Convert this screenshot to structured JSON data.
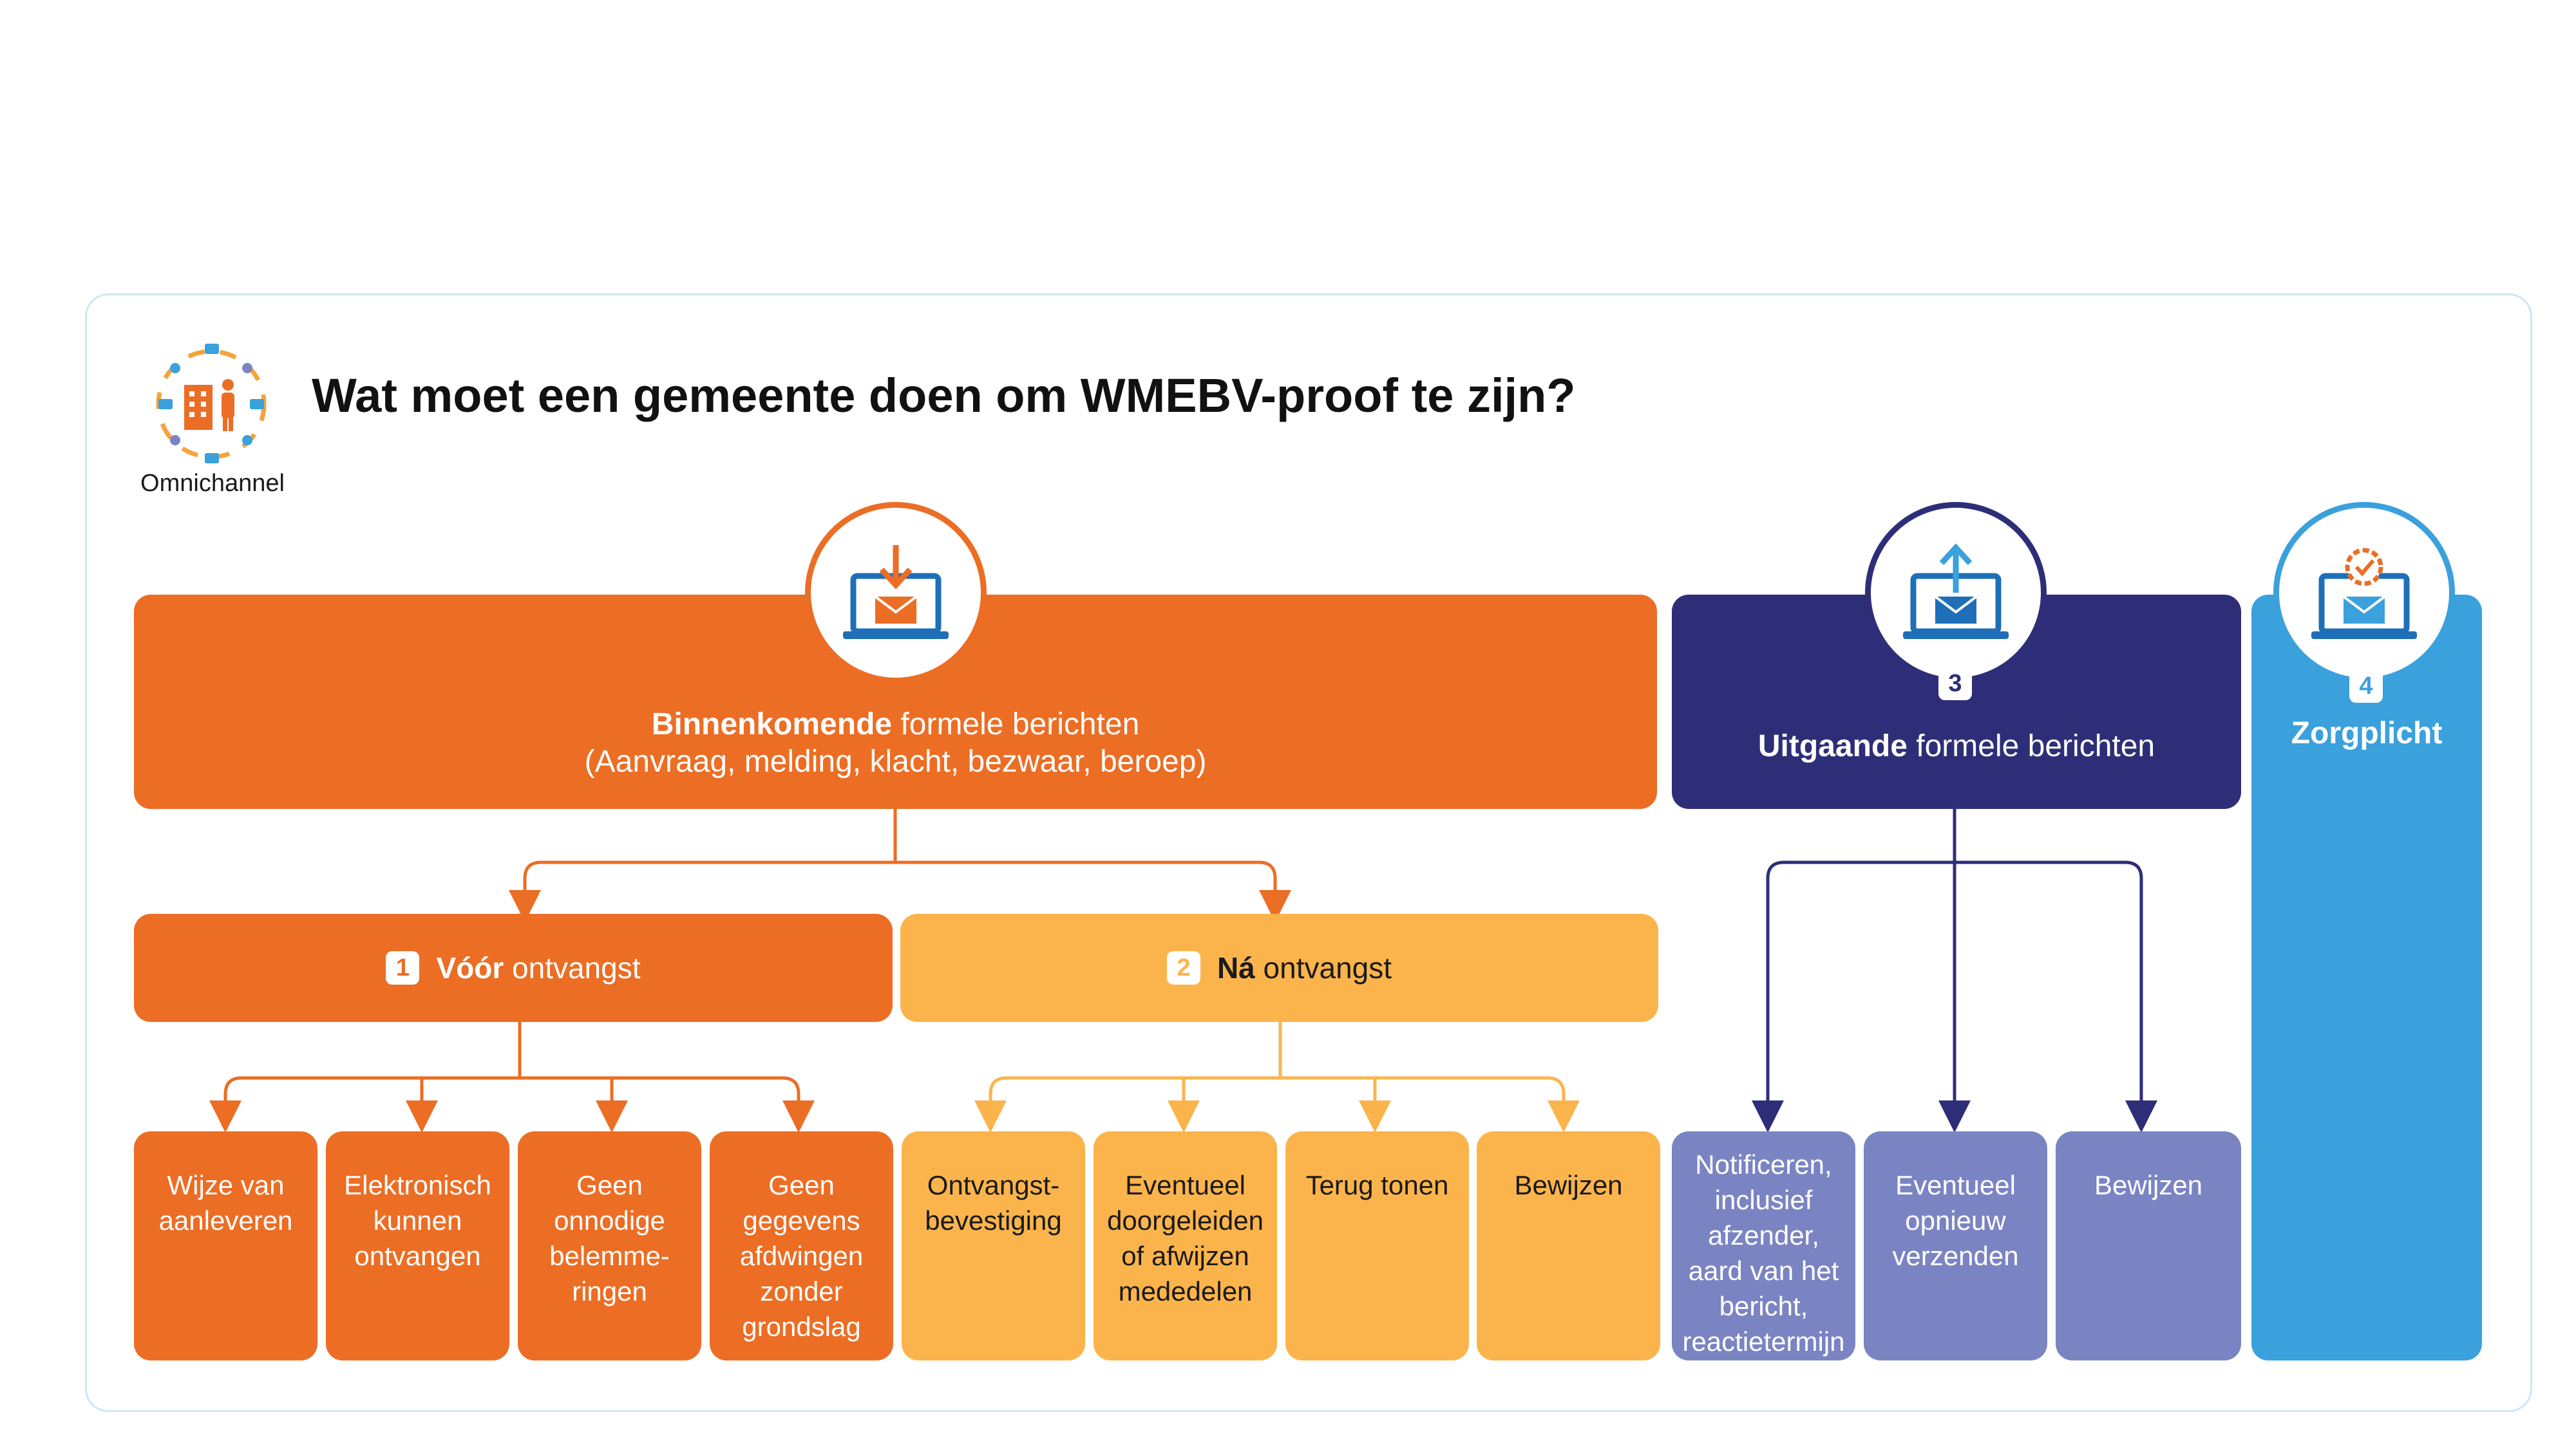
{
  "title": "Wat moet een gemeente doen om WMEBV-proof te zijn?",
  "logo": {
    "label": "Omnichannel",
    "icon": "omnichannel-icon"
  },
  "colors": {
    "orange": "#ec6d24",
    "light_orange": "#fbb44c",
    "navy": "#2e2e78",
    "lavender": "#7b84c2",
    "blue": "#3aa1dc",
    "frame": "#cfe6f3"
  },
  "sections": {
    "incoming": {
      "icon": "laptop-incoming-mail-icon",
      "title_bold": "Binnenkomende",
      "title_rest": " formele berichten",
      "subtitle": "(Aanvraag, melding, klacht, bezwaar, beroep)"
    },
    "before": {
      "number": "1",
      "title_bold": "Vóór",
      "title_rest": " ontvangst",
      "items": [
        "Wijze van aanleveren",
        "Elektronisch kunnen ontvangen",
        "Geen onnodige belemme-ringen",
        "Geen gegevens afdwingen zonder grondslag"
      ]
    },
    "after": {
      "number": "2",
      "title_bold": "Ná",
      "title_rest": " ontvangst",
      "items": [
        "Ontvangst-bevestiging",
        "Eventueel doorgeleiden of afwijzen mededelen",
        "Terug tonen",
        "Bewijzen"
      ]
    },
    "outgoing": {
      "icon": "laptop-outgoing-mail-icon",
      "number": "3",
      "title_bold": "Uitgaande",
      "title_rest": " formele berichten",
      "items": [
        "Notificeren, inclusief afzender, aard van het bericht, reactietermijn",
        "Eventueel opnieuw verzenden",
        "Bewijzen"
      ]
    },
    "care": {
      "icon": "laptop-certified-mail-icon",
      "number": "4",
      "title": "Zorgplicht"
    }
  }
}
